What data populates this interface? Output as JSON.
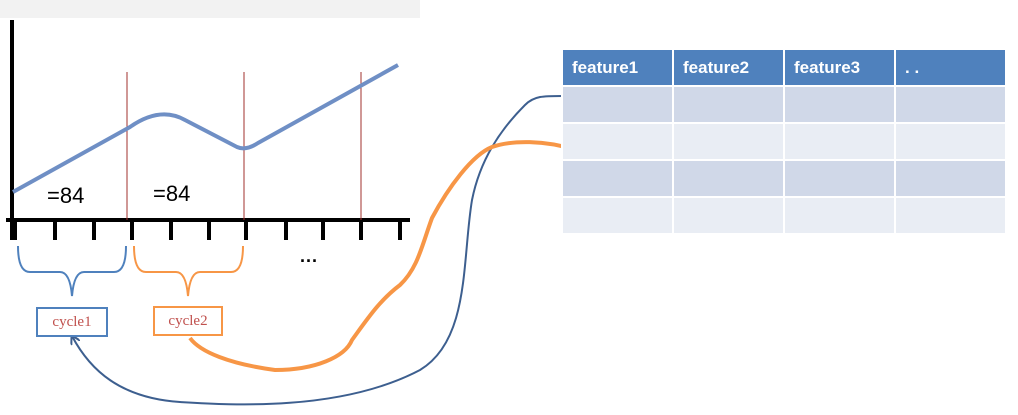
{
  "signal": {
    "segment_values": [
      "=84",
      "=84"
    ],
    "continuation": "..."
  },
  "cycles": [
    {
      "label": "cycle1",
      "color": "#4f81bd"
    },
    {
      "label": "cycle2",
      "color": "#f79646"
    }
  ],
  "table": {
    "headers": [
      "feature1",
      "feature2",
      "feature3",
      ". ."
    ],
    "rows": [
      [
        "",
        "",
        "",
        ""
      ],
      [
        "",
        "",
        "",
        ""
      ],
      [
        "",
        "",
        "",
        ""
      ],
      [
        "",
        "",
        "",
        ""
      ]
    ]
  },
  "colors": {
    "signal_line": "#6f8fc5",
    "axis": "#000000",
    "cycle_divider": "#a0302c",
    "blue_accent": "#4f81bd",
    "blue_arrow": "#3d5f8f",
    "orange_accent": "#f79646",
    "table_header": "#4f81bd",
    "table_band_dark": "#d0d8e8",
    "table_band_light": "#e9edf4",
    "cycle_label_text": "#c0504d"
  }
}
